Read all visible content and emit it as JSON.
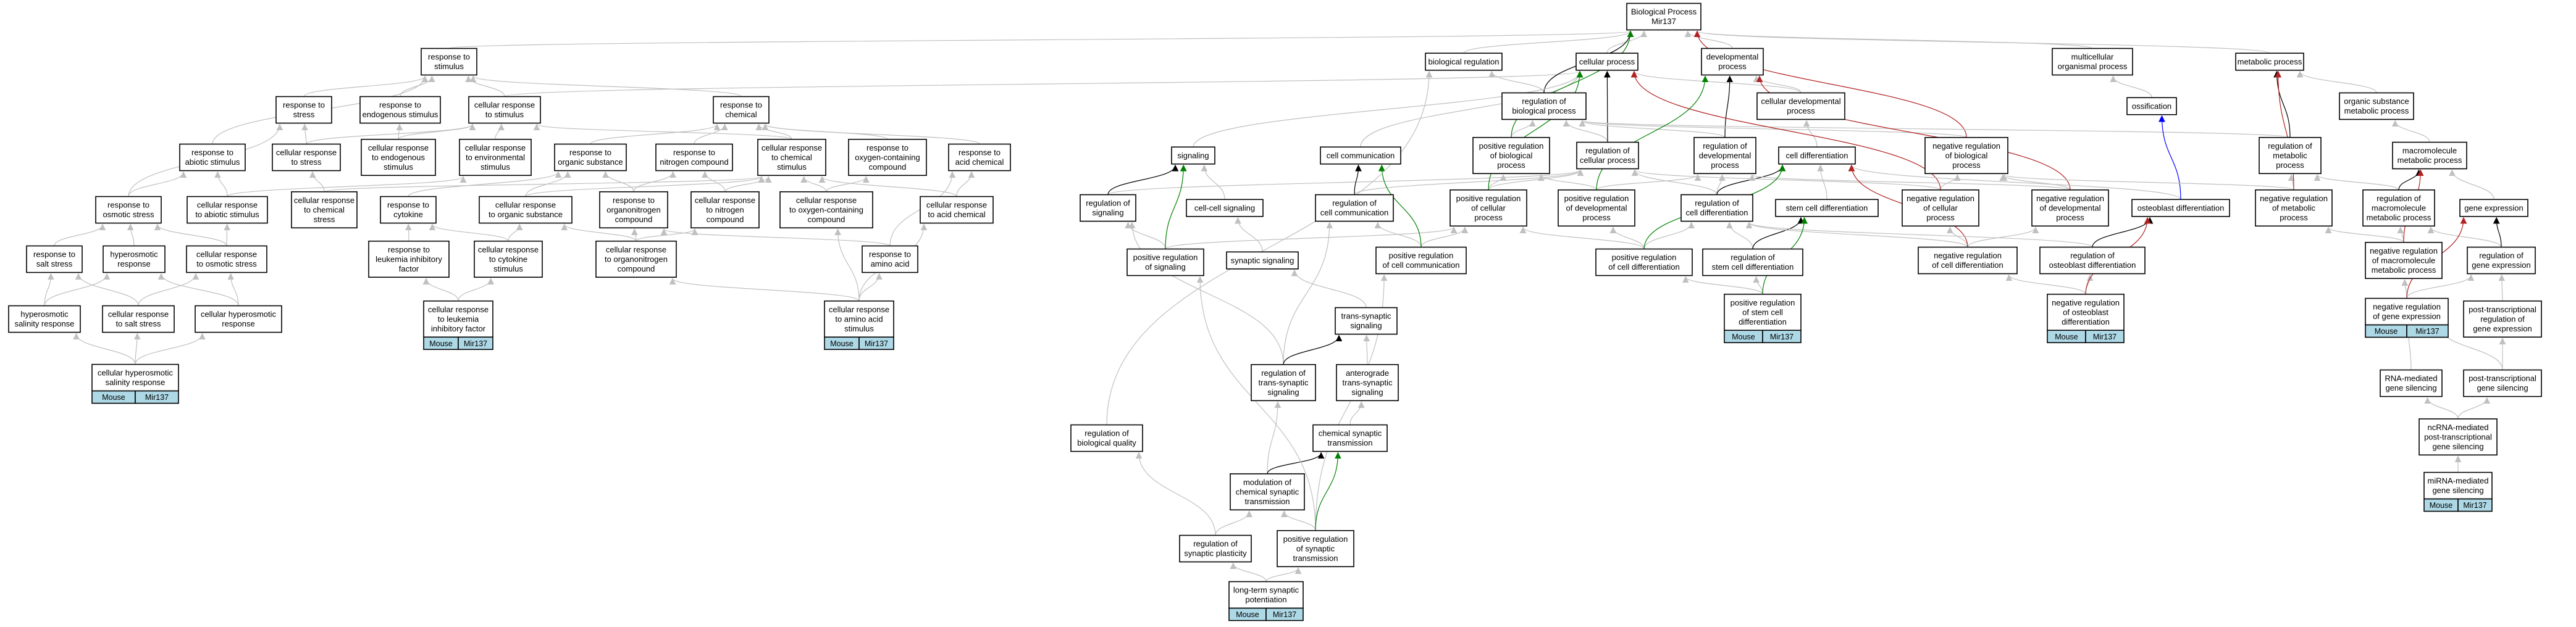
{
  "colors": {
    "is_a": "#c0c0c0",
    "part_of": "#000000",
    "positively_regulates": "#008000",
    "negatively_regulates": "#b22222",
    "regulates": "#0000ff",
    "badge": "#add8e6"
  },
  "badges": {
    "organism": "Mouse",
    "gene": "Mir137"
  },
  "nodes": {
    "bp": "Biological Process\nMir137",
    "biological_regulation": "biological regulation",
    "cellular_process": "cellular process",
    "developmental_process": "developmental\nprocess",
    "multicellular_organismal_process": "multicellular\norganismal process",
    "metabolic_process": "metabolic process",
    "response_to_stimulus": "response to\nstimulus",
    "response_to_stress": "response to\nstress",
    "response_to_endogenous_stimulus": "response to\nendogenous stimulus",
    "cellular_response_to_stimulus": "cellular response\nto stimulus",
    "response_to_chemical": "response to\nchemical",
    "response_to_abiotic_stimulus": "response to\nabiotic stimulus",
    "cellular_response_to_stress": "cellular response\nto stress",
    "cellular_response_to_endogenous_stimulus": "cellular response\nto endogenous\nstimulus",
    "cellular_response_to_environmental_stimulus": "cellular response\nto environmental\nstimulus",
    "response_to_organic_substance": "response to\norganic substance",
    "response_to_nitrogen_compound": "response to\nnitrogen compound",
    "cellular_response_to_chemical_stimulus": "cellular response\nto chemical\nstimulus",
    "response_to_oxygen_containing_compound": "response to\noxygen-containing\ncompound",
    "response_to_acid_chemical": "response to\nacid chemical",
    "response_to_osmotic_stress": "response to\nosmotic stress",
    "cellular_response_to_abiotic_stimulus": "cellular response\nto abiotic stimulus",
    "cellular_response_to_chemical_stress": "cellular response\nto chemical\nstress",
    "response_to_cytokine": "response to\ncytokine",
    "cellular_response_to_organic_substance": "cellular response\nto organic substance",
    "response_to_organonitrogen_compound": "response to\norganonitrogen\ncompound",
    "cellular_response_to_nitrogen_compound": "cellular response\nto nitrogen\ncompound",
    "cellular_response_to_oxygen_containing_compound": "cellular response\nto oxygen-containing\ncompound",
    "cellular_response_to_acid_chemical": "cellular response\nto acid chemical",
    "response_to_salt_stress": "response to\nsalt stress",
    "hyperosmotic_response": "hyperosmotic\nresponse",
    "cellular_response_to_osmotic_stress": "cellular response\nto osmotic stress",
    "response_to_leukemia_inhibitory_factor": "response to\nleukemia inhibitory\nfactor",
    "cellular_response_to_cytokine_stimulus": "cellular response\nto cytokine\nstimulus",
    "cellular_response_to_organonitrogen_compound": "cellular response\nto organonitrogen\ncompound",
    "response_to_amino_acid": "response to\namino acid",
    "hyperosmotic_salinity_response": "hyperosmotic\nsalinity response",
    "cellular_response_to_salt_stress": "cellular response\nto salt stress",
    "cellular_hyperosmotic_response": "cellular hyperosmotic\nresponse",
    "cellular_response_to_leukemia_inhibitory_factor": "cellular response\nto leukemia\ninhibitory factor",
    "cellular_response_to_amino_acid_stimulus": "cellular response\nto amino acid\nstimulus",
    "cellular_hyperosmotic_salinity_response": "cellular hyperosmotic\nsalinity response",
    "regulation_of_biological_process": "regulation of\nbiological process",
    "cellular_developmental_process": "cellular developmental\nprocess",
    "ossification": "ossification",
    "organic_substance_metabolic_process": "organic substance\nmetabolic process",
    "signaling": "signaling",
    "cell_communication": "cell communication",
    "positive_regulation_of_biological_process": "positive regulation\nof biological\nprocess",
    "regulation_of_cellular_process": "regulation of\ncellular process",
    "regulation_of_developmental_process": "regulation of\ndevelopmental\nprocess",
    "cell_differentiation": "cell differentiation",
    "negative_regulation_of_biological_process": "negative regulation\nof biological\nprocess",
    "regulation_of_metabolic_process": "regulation of\nmetabolic\nprocess",
    "macromolecule_metabolic_process": "macromolecule\nmetabolic process",
    "regulation_of_signaling": "regulation of\nsignaling",
    "cell_cell_signaling": "cell-cell signaling",
    "regulation_of_cell_communication": "regulation of\ncell communication",
    "positive_regulation_of_cellular_process": "positive regulation\nof cellular\nprocess",
    "positive_regulation_of_developmental_process": "positive regulation\nof developmental\nprocess",
    "regulation_of_cell_differentiation": "regulation of\ncell differentiation",
    "stem_cell_differentiation": "stem cell differentiation",
    "negative_regulation_of_cellular_process": "negative regulation\nof cellular\nprocess",
    "negative_regulation_of_developmental_process": "negative regulation\nof developmental\nprocess",
    "osteoblast_differentiation": "osteoblast differentiation",
    "negative_regulation_of_metabolic_process": "negative regulation\nof metabolic\nprocess",
    "regulation_of_macromolecule_metabolic_process": "regulation of\nmacromolecule\nmetabolic process",
    "gene_expression": "gene expression",
    "positive_regulation_of_signaling": "positive regulation\nof signaling",
    "synaptic_signaling": "synaptic signaling",
    "positive_regulation_of_cell_communication": "positive regulation\nof cell communication",
    "positive_regulation_of_cell_differentiation": "positive regulation\nof cell differentiation",
    "regulation_of_stem_cell_differentiation": "regulation of\nstem cell differentiation",
    "negative_regulation_of_cell_differentiation": "negative regulation\nof cell differentiation",
    "regulation_of_osteoblast_differentiation": "regulation of\nosteoblast differentiation",
    "negative_regulation_of_macromolecule_metabolic_process": "negative regulation\nof macromolecule\nmetabolic process",
    "regulation_of_gene_expression": "regulation of\ngene expression",
    "trans_synaptic_signaling": "trans-synaptic\nsignaling",
    "positive_regulation_of_stem_cell_differentiation": "positive regulation\nof stem cell\ndifferentiation",
    "negative_regulation_of_osteoblast_differentiation": "negative regulation\nof osteoblast\ndifferentiation",
    "negative_regulation_of_gene_expression": "negative regulation\nof gene expression",
    "post_transcriptional_regulation_of_gene_expression": "post-transcriptional\nregulation of\ngene expression",
    "regulation_of_trans_synaptic_signaling": "regulation of\ntrans-synaptic\nsignaling",
    "anterograde_trans_synaptic_signaling": "anterograde\ntrans-synaptic\nsignaling",
    "rna_mediated_gene_silencing": "RNA-mediated\ngene silencing",
    "post_transcriptional_gene_silencing": "post-transcriptional\ngene silencing",
    "regulation_of_biological_quality": "regulation of\nbiological quality",
    "chemical_synaptic_transmission": "chemical synaptic\ntransmission",
    "ncrna_mediated_post_transcriptional_gene_silencing": "ncRNA-mediated\npost-transcriptional\ngene silencing",
    "modulation_of_chemical_synaptic_transmission": "modulation of\nchemical synaptic\ntransmission",
    "mirna_mediated_gene_silencing": "miRNA-mediated\ngene silencing",
    "regulation_of_synaptic_plasticity": "regulation of\nsynaptic plasticity",
    "positive_regulation_of_synaptic_transmission": "positive regulation\nof synaptic\ntransmission",
    "long_term_synaptic_potentiation": "long-term synaptic\npotentiation"
  }
}
